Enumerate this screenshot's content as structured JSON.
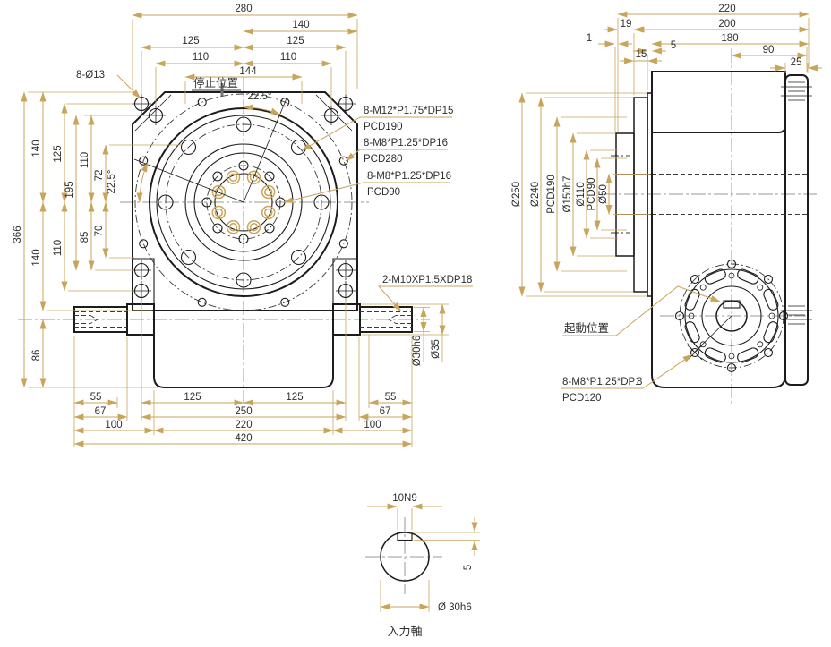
{
  "title": "cam-indexer-dimension-drawing",
  "colors": {
    "dim_line": "#c9a45b",
    "draw_line": "#1c1c1c",
    "center_line": "#9a9a9a",
    "hole_accent": "#c9a45b",
    "text": "#2e2e2e",
    "bg": "#ffffff"
  },
  "front": {
    "dims_top": [
      "280",
      "140",
      "125",
      "125",
      "110",
      "144",
      "110"
    ],
    "dims_left": [
      "366",
      "140",
      "125",
      "110",
      "195",
      "72",
      "22.5°",
      "70",
      "85",
      "110",
      "140",
      "86"
    ],
    "dims_bottom": [
      "55",
      "125",
      "125",
      "55",
      "67",
      "250",
      "67",
      "100",
      "220",
      "100",
      "420"
    ],
    "notes": {
      "holes": "8-Ø13",
      "stop": "停止位置",
      "angle": "22.5°",
      "m12": "8-M12*P1.75*DP15",
      "m12_pcd": "PCD190",
      "m8a": "8-M8*P1.25*DP16",
      "m8a_pcd": "PCD280",
      "m8b": "8-M8*P1.25*DP16",
      "m8b_pcd": "PCD90",
      "tap": "2-M10XP1.5XDP18",
      "shaft_dia": "Ø30h6",
      "boss_dia": "Ø35"
    }
  },
  "side": {
    "dims_top": [
      "220",
      "19",
      "200",
      "1",
      "180",
      "5",
      "15",
      "90",
      "25"
    ],
    "dims_dia": [
      "Ø250",
      "Ø240",
      "PCD190",
      "Ø150h7",
      "Ø110",
      "PCD90",
      "Ø50"
    ],
    "notes": {
      "start": "起動位置",
      "m8": "8-M8*P1.25*DP1",
      "m8x": "8",
      "m8_pcd": "PCD120"
    }
  },
  "section": {
    "keyway": "10N9",
    "depth": "5",
    "dia": "Ø 30h6",
    "title": "入力軸"
  }
}
